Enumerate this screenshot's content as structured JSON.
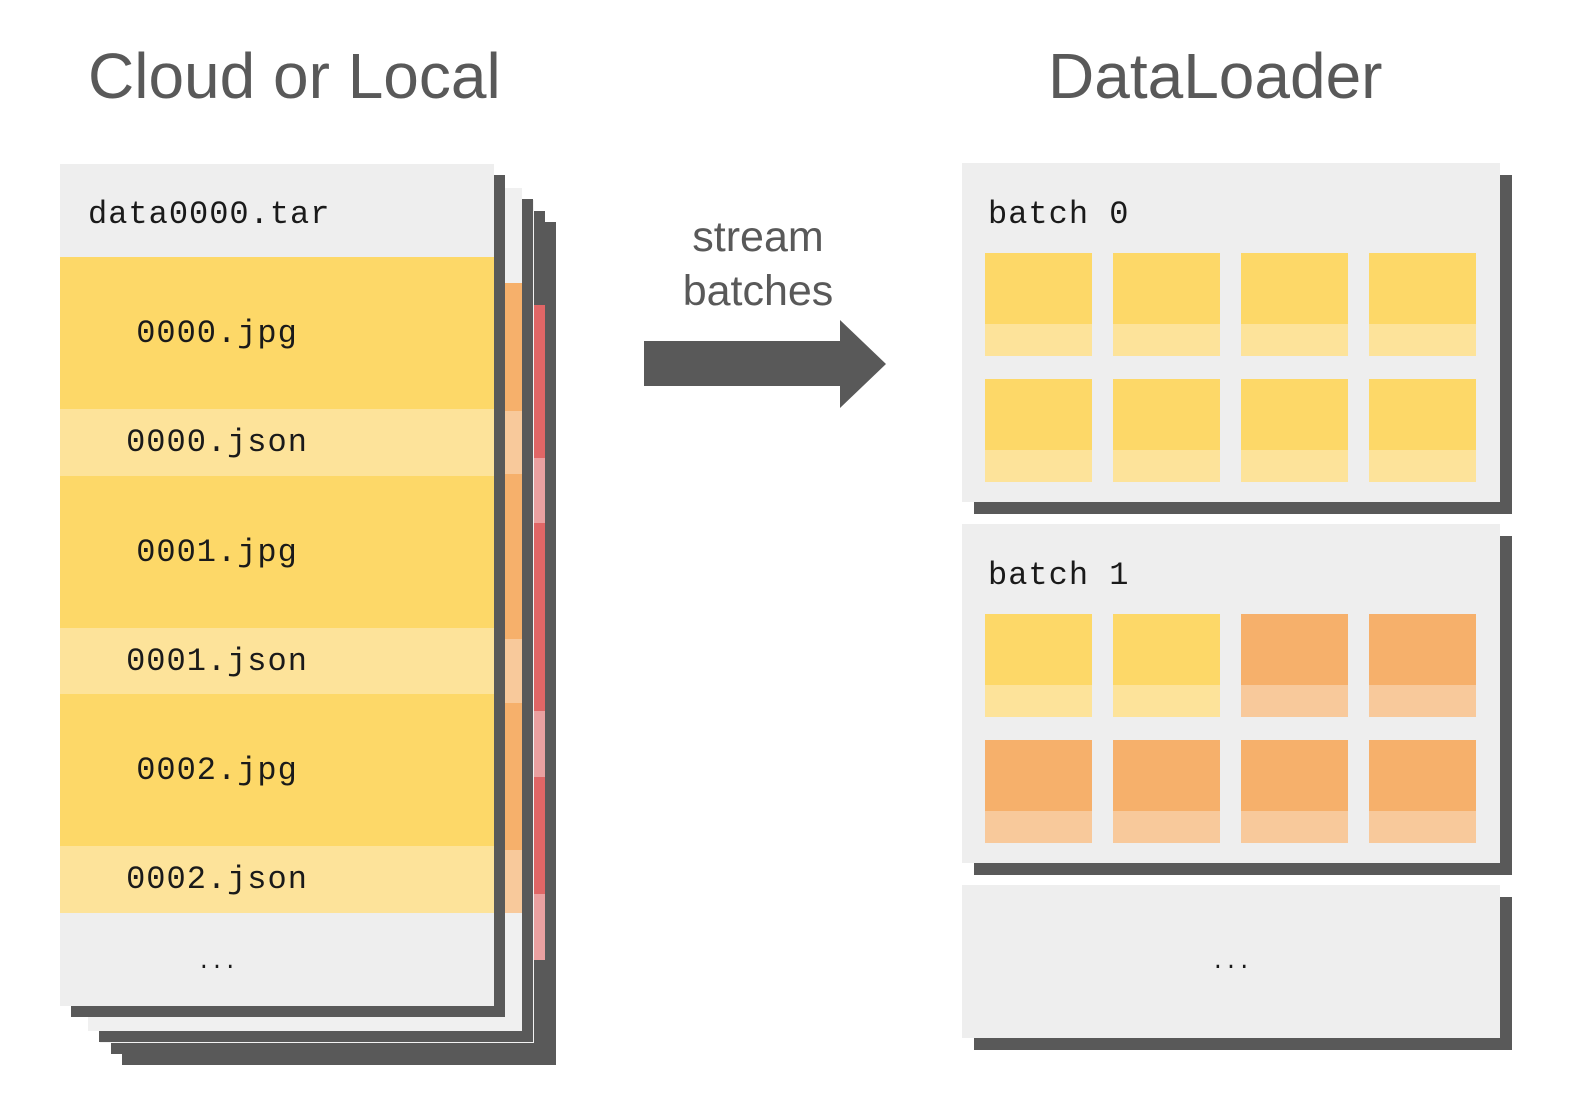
{
  "titles": {
    "left": "Cloud or Local",
    "right": "DataLoader"
  },
  "shard": {
    "name": "data0000.tar",
    "files": [
      {
        "label": "0000.jpg",
        "kind": "jpg"
      },
      {
        "label": "0000.json",
        "kind": "json"
      },
      {
        "label": "0001.jpg",
        "kind": "jpg"
      },
      {
        "label": "0001.json",
        "kind": "json"
      },
      {
        "label": "0002.jpg",
        "kind": "jpg"
      },
      {
        "label": "0002.json",
        "kind": "json"
      }
    ],
    "ellipsis": "..."
  },
  "arrow": {
    "line1": "stream",
    "line2": "batches"
  },
  "batches": [
    {
      "label": "batch 0",
      "tiles": [
        "yellow",
        "yellow",
        "yellow",
        "yellow",
        "yellow",
        "yellow",
        "yellow",
        "yellow"
      ]
    },
    {
      "label": "batch 1",
      "tiles": [
        "yellow",
        "yellow",
        "orange",
        "orange",
        "orange",
        "orange",
        "orange",
        "orange"
      ]
    }
  ],
  "batches_ellipsis": "...",
  "colors": {
    "yellow": "#fdd868",
    "yellow_light": "#fde39a",
    "orange": "#f6b06b",
    "orange_light": "#f8c99b",
    "red": "#e06666",
    "red_light": "#eaa0a0",
    "shadow": "#595959",
    "card": "#eeeeee"
  }
}
